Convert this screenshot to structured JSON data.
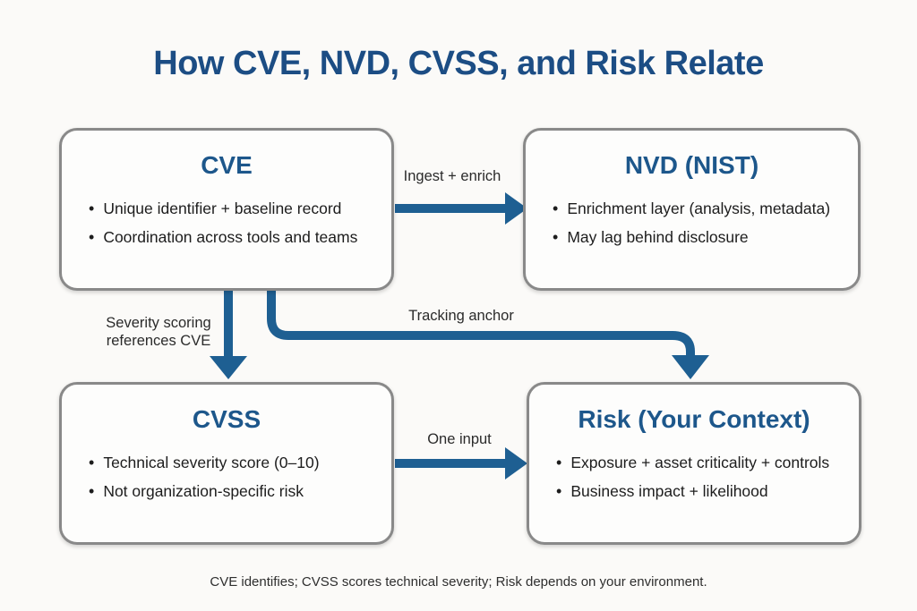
{
  "title": "How CVE, NVD, CVSS, and Risk Relate",
  "boxes": {
    "cve": {
      "title": "CVE",
      "bullets": [
        "Unique identifier + baseline record",
        "Coordination across tools and teams"
      ]
    },
    "nvd": {
      "title": "NVD (NIST)",
      "bullets": [
        "Enrichment layer (analysis, metadata)",
        "May lag behind disclosure"
      ]
    },
    "cvss": {
      "title": "CVSS",
      "bullets": [
        "Technical severity score (0–10)",
        "Not organization-specific risk"
      ]
    },
    "risk": {
      "title": "Risk (Your Context)",
      "bullets": [
        "Exposure + asset criticality + controls",
        "Business impact + likelihood"
      ]
    }
  },
  "arrow_labels": {
    "ingest_enrich": "Ingest + enrich",
    "severity_scoring_line1": "Severity scoring",
    "severity_scoring_line2": "references CVE",
    "tracking_anchor": "Tracking anchor",
    "one_input": "One input"
  },
  "footer": "CVE identifies; CVSS scores technical severity; Risk depends on your environment.",
  "colors": {
    "arrow_blue": "#1e5f92",
    "heading_blue": "#1c4d84",
    "box_title_blue": "#1d578b",
    "box_border_gray": "#898989",
    "background": "#fbfaf8"
  }
}
